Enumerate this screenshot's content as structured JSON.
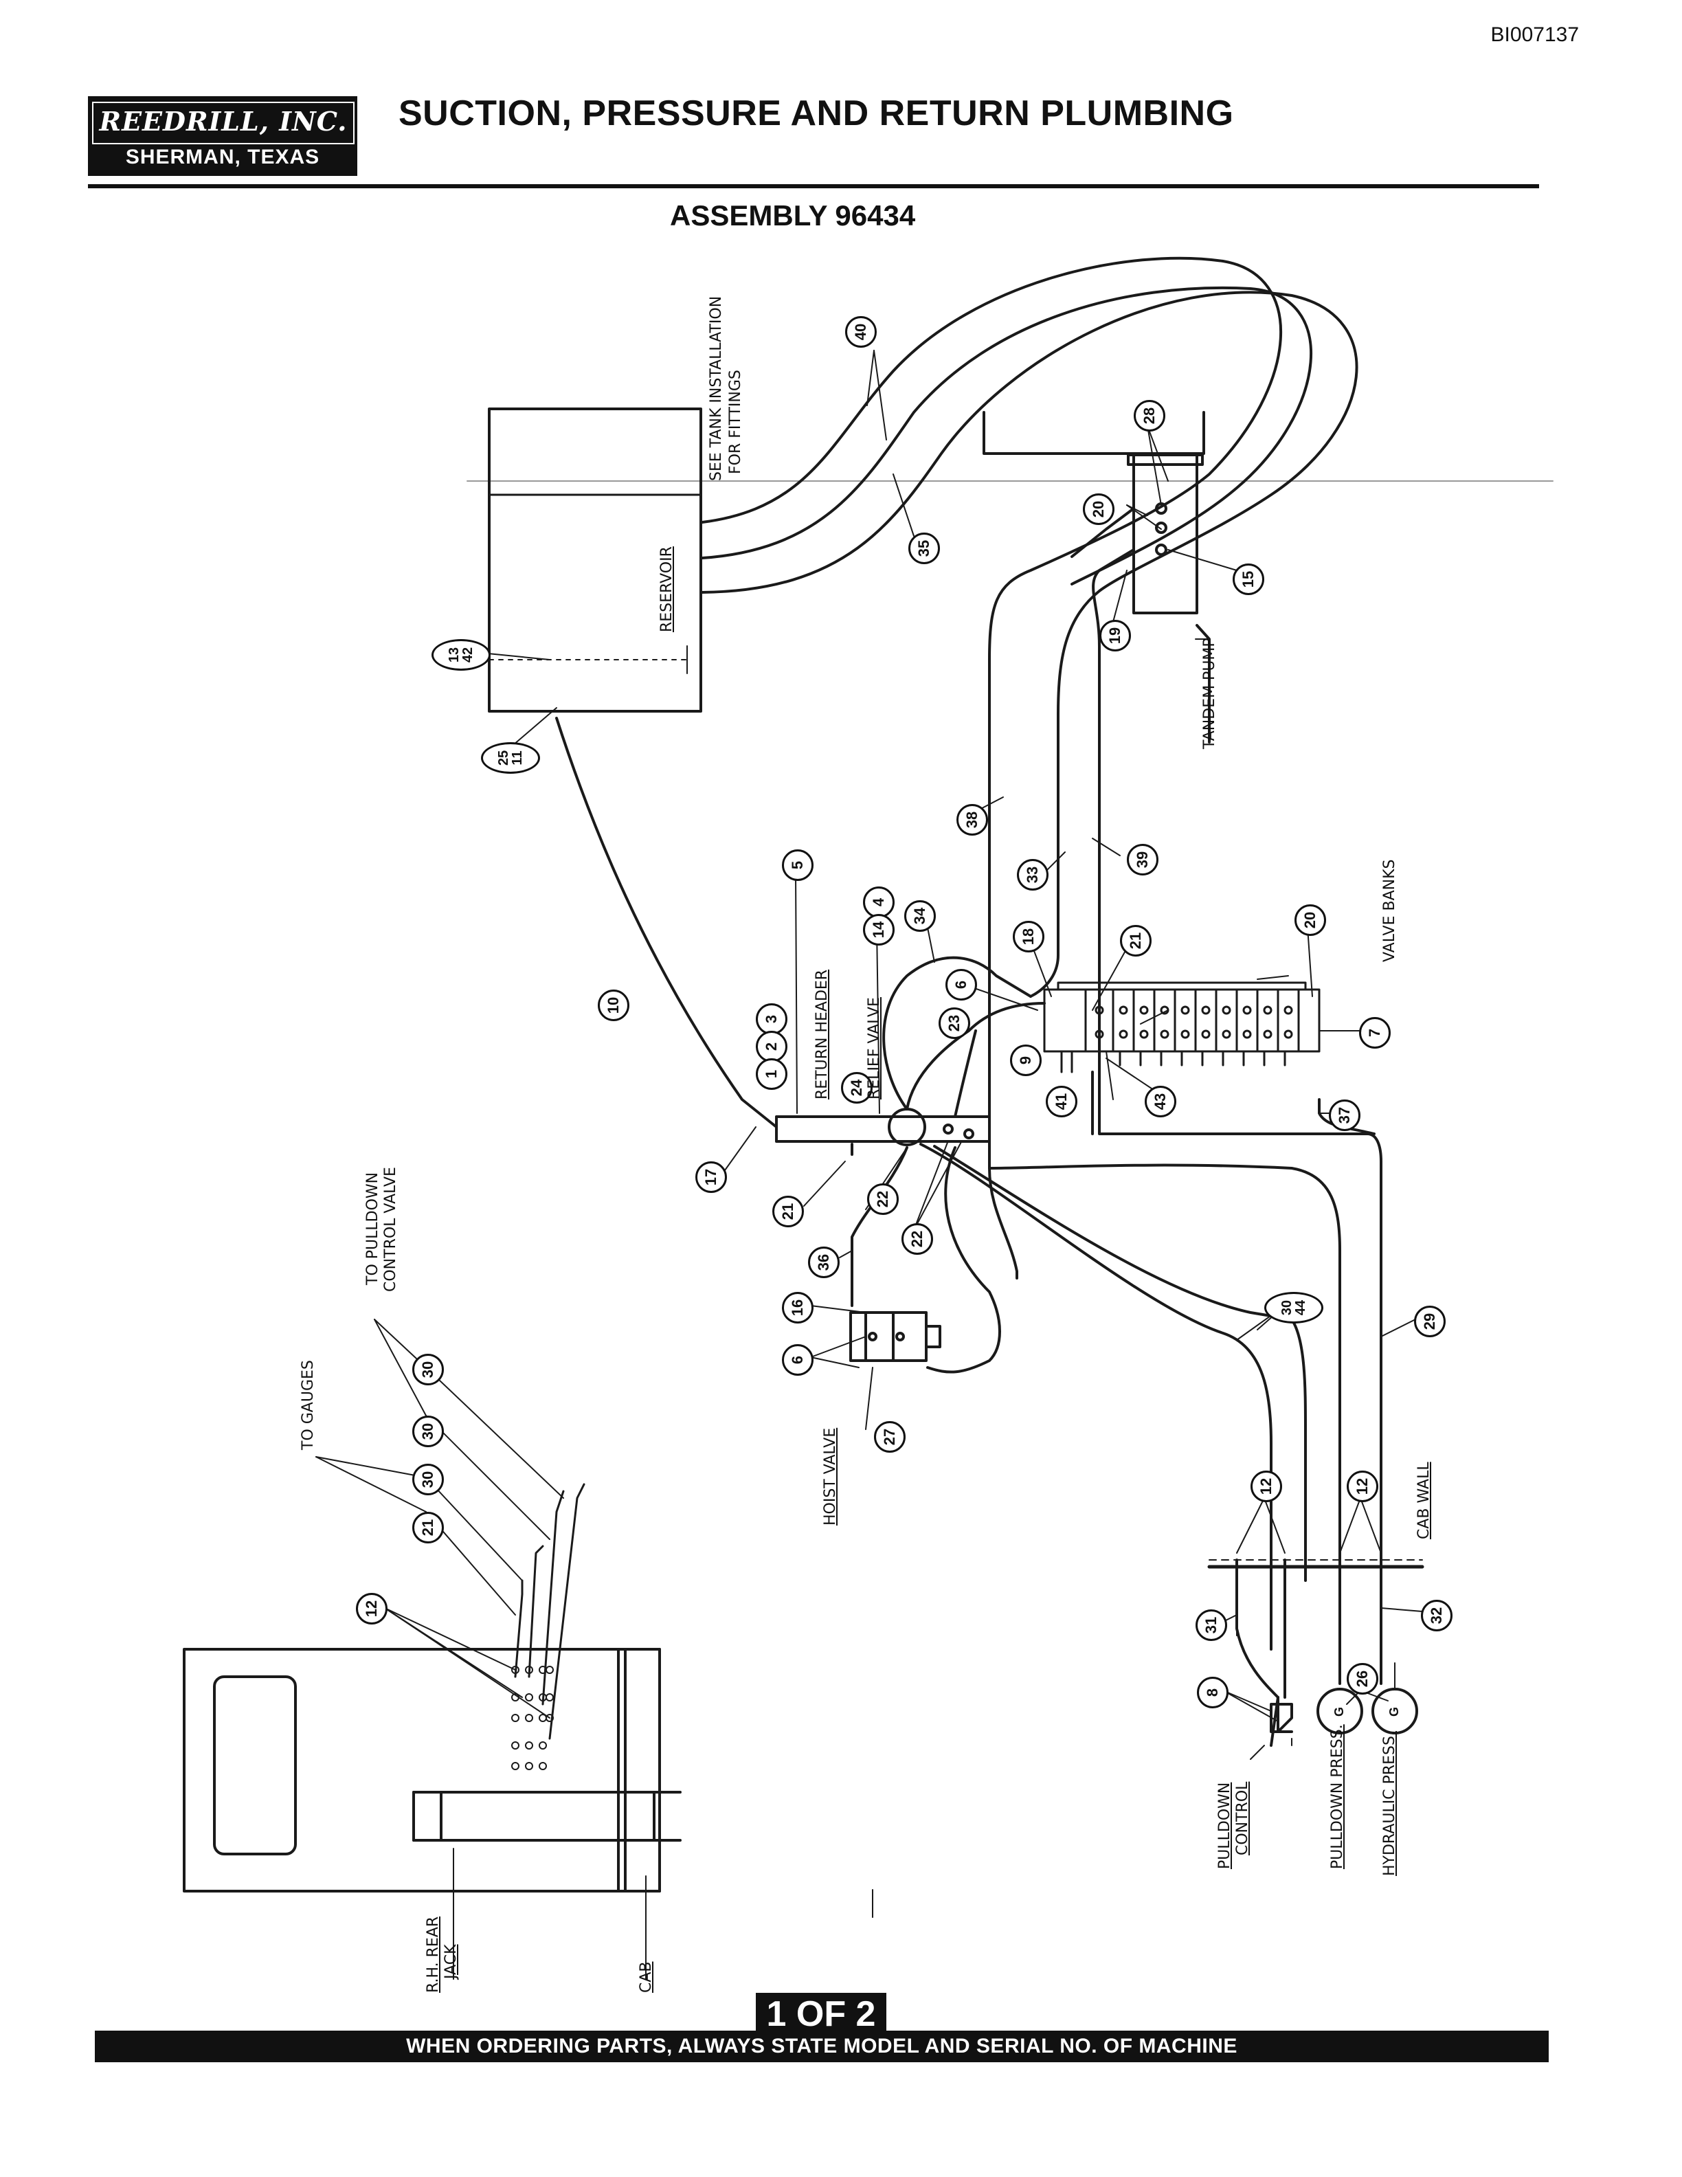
{
  "document_id": "BI007137",
  "header": {
    "company": "REEDRILL, INC.",
    "city": "SHERMAN, TEXAS",
    "title": "SUCTION, PRESSURE AND RETURN PLUMBING",
    "assembly": "ASSEMBLY 96434"
  },
  "labels": {
    "tank_note_1": "SEE TANK INSTALLATION",
    "tank_note_2": "FOR FITTINGS",
    "reservoir": "RESERVOIR",
    "tandem_pump": "TANDEM PUMP",
    "valve_banks": "VALVE BANKS",
    "return_header": "RETURN HEADER",
    "relief_valve": "RELIEF VALVE",
    "hoist_valve": "HOIST VALVE",
    "to_pulldown_1": "TO PULLDOWN",
    "to_pulldown_2": "CONTROL VALVE",
    "to_gauges": "TO GAUGES",
    "cab_wall": "CAB WALL",
    "pulldown_control_1": "PULLDOWN",
    "pulldown_control_2": "CONTROL",
    "pulldown_press": "PULLDOWN PRESS.",
    "hydraulic_press": "HYDRAULIC PRESS.",
    "rh_rear_jack_1": "R.H. REAR",
    "rh_rear_jack_2": "JACK",
    "cab": "CAB"
  },
  "callouts": {
    "c40": "40",
    "c35": "35",
    "c28": "28",
    "c20": "20",
    "c15": "15",
    "c19": "19",
    "c13_42": "13 42",
    "c25_11": "25 11",
    "c38": "38",
    "c33": "33",
    "c39": "39",
    "c5": "5",
    "c4": "4",
    "c14": "14",
    "c34": "34",
    "c18": "18",
    "c20b": "20",
    "c21": "21",
    "c6": "6",
    "c23": "23",
    "c7": "7",
    "c1": "1",
    "c2": "2",
    "c3": "3",
    "c10": "10",
    "c24": "24",
    "c9": "9",
    "c41": "41",
    "c43": "43",
    "c37": "37",
    "c17": "17",
    "c22a": "22",
    "c22b": "22",
    "c21b": "21",
    "c36": "36",
    "c16": "16",
    "c6b": "6",
    "c27": "27",
    "c30_44": "30 44",
    "c29": "29",
    "c12a": "12",
    "c12b": "12",
    "c31": "31",
    "c32": "32",
    "c8": "8",
    "c26": "26",
    "c30a": "30",
    "c30b": "30",
    "c30c": "30",
    "c21c": "21",
    "c12c": "12"
  },
  "gauge_marks": {
    "g1": "G",
    "g2": "G"
  },
  "page": "1 OF 2",
  "footer": "WHEN ORDERING PARTS, ALWAYS STATE MODEL AND SERIAL NO. OF MACHINE"
}
